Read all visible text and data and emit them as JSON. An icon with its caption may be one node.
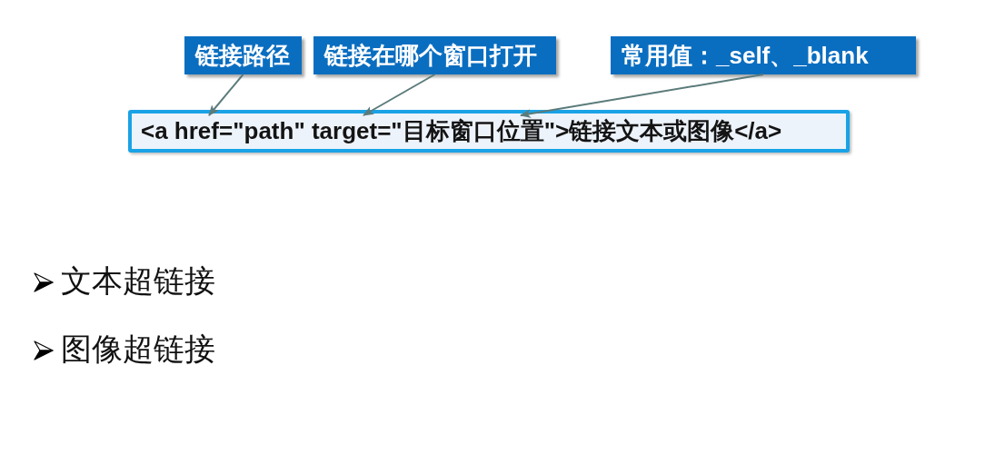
{
  "diagram": {
    "nodes": [
      {
        "text": [
          "链接路径"
        ]
      },
      {
        "text": [
          "链接在哪个窗口打开"
        ]
      },
      {
        "text": [
          "常用值：_self、_blank"
        ]
      },
      {
        "text": [
          "<a href=\"path\" target=\"目标窗口位置\">链接文本或图像</a>"
        ]
      }
    ],
    "edges": [
      {
        "from": 0,
        "to": 3,
        "arrow": "to"
      },
      {
        "from": 1,
        "to": 3,
        "arrow": "to"
      },
      {
        "from": 2,
        "to": 3,
        "arrow": "to"
      }
    ],
    "labels": [
      "文本超链接",
      "图像超链接"
    ]
  }
}
